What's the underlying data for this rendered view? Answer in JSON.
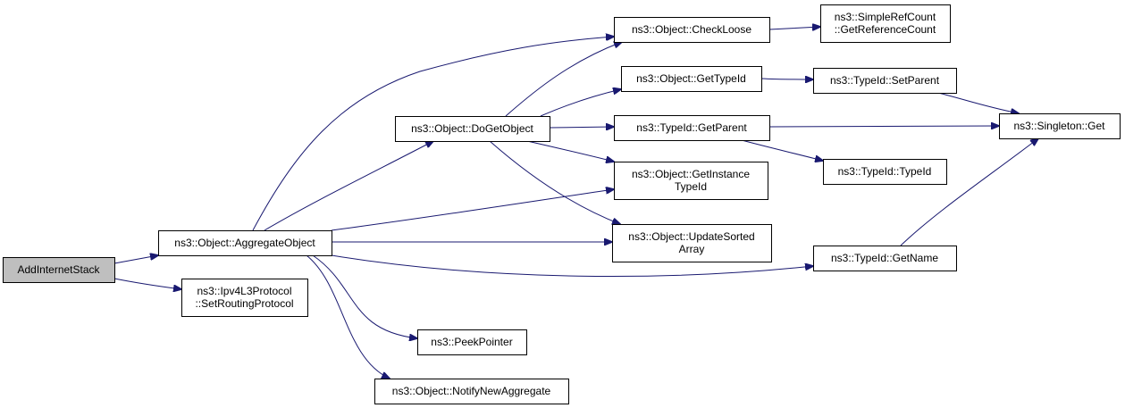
{
  "nodes": [
    {
      "id": "add_internet_stack",
      "lines": [
        "AddInternetStack"
      ],
      "root": true
    },
    {
      "id": "aggregate_object",
      "lines": [
        "ns3::Object::AggregateObject"
      ]
    },
    {
      "id": "set_routing_protocol",
      "lines": [
        "ns3::Ipv4L3Protocol",
        "::SetRoutingProtocol"
      ]
    },
    {
      "id": "do_get_object",
      "lines": [
        "ns3::Object::DoGetObject"
      ]
    },
    {
      "id": "peek_pointer",
      "lines": [
        "ns3::PeekPointer"
      ]
    },
    {
      "id": "notify_new_aggregate",
      "lines": [
        "ns3::Object::NotifyNewAggregate"
      ]
    },
    {
      "id": "check_loose",
      "lines": [
        "ns3::Object::CheckLoose"
      ]
    },
    {
      "id": "object_get_type_id",
      "lines": [
        "ns3::Object::GetTypeId"
      ]
    },
    {
      "id": "get_parent",
      "lines": [
        "ns3::TypeId::GetParent"
      ]
    },
    {
      "id": "get_instance_type_id",
      "lines": [
        "ns3::Object::GetInstance",
        "TypeId"
      ]
    },
    {
      "id": "update_sorted_array",
      "lines": [
        "ns3::Object::UpdateSorted",
        "Array"
      ]
    },
    {
      "id": "get_reference_count",
      "lines": [
        "ns3::SimpleRefCount",
        "::GetReferenceCount"
      ]
    },
    {
      "id": "set_parent",
      "lines": [
        "ns3::TypeId::SetParent"
      ]
    },
    {
      "id": "singleton_get",
      "lines": [
        "ns3::Singleton::Get"
      ]
    },
    {
      "id": "type_id_ctor",
      "lines": [
        "ns3::TypeId::TypeId"
      ]
    },
    {
      "id": "get_name",
      "lines": [
        "ns3::TypeId::GetName"
      ]
    }
  ],
  "edges": [
    {
      "from": "add_internet_stack",
      "to": "aggregate_object"
    },
    {
      "from": "add_internet_stack",
      "to": "set_routing_protocol"
    },
    {
      "from": "aggregate_object",
      "to": "check_loose"
    },
    {
      "from": "aggregate_object",
      "to": "do_get_object"
    },
    {
      "from": "aggregate_object",
      "to": "get_instance_type_id"
    },
    {
      "from": "aggregate_object",
      "to": "update_sorted_array"
    },
    {
      "from": "aggregate_object",
      "to": "get_name"
    },
    {
      "from": "aggregate_object",
      "to": "peek_pointer"
    },
    {
      "from": "aggregate_object",
      "to": "notify_new_aggregate"
    },
    {
      "from": "do_get_object",
      "to": "check_loose"
    },
    {
      "from": "do_get_object",
      "to": "object_get_type_id"
    },
    {
      "from": "do_get_object",
      "to": "get_parent"
    },
    {
      "from": "do_get_object",
      "to": "get_instance_type_id"
    },
    {
      "from": "do_get_object",
      "to": "update_sorted_array"
    },
    {
      "from": "check_loose",
      "to": "get_reference_count"
    },
    {
      "from": "object_get_type_id",
      "to": "set_parent"
    },
    {
      "from": "get_parent",
      "to": "singleton_get"
    },
    {
      "from": "get_parent",
      "to": "type_id_ctor"
    },
    {
      "from": "set_parent",
      "to": "singleton_get"
    },
    {
      "from": "get_name",
      "to": "singleton_get"
    }
  ]
}
